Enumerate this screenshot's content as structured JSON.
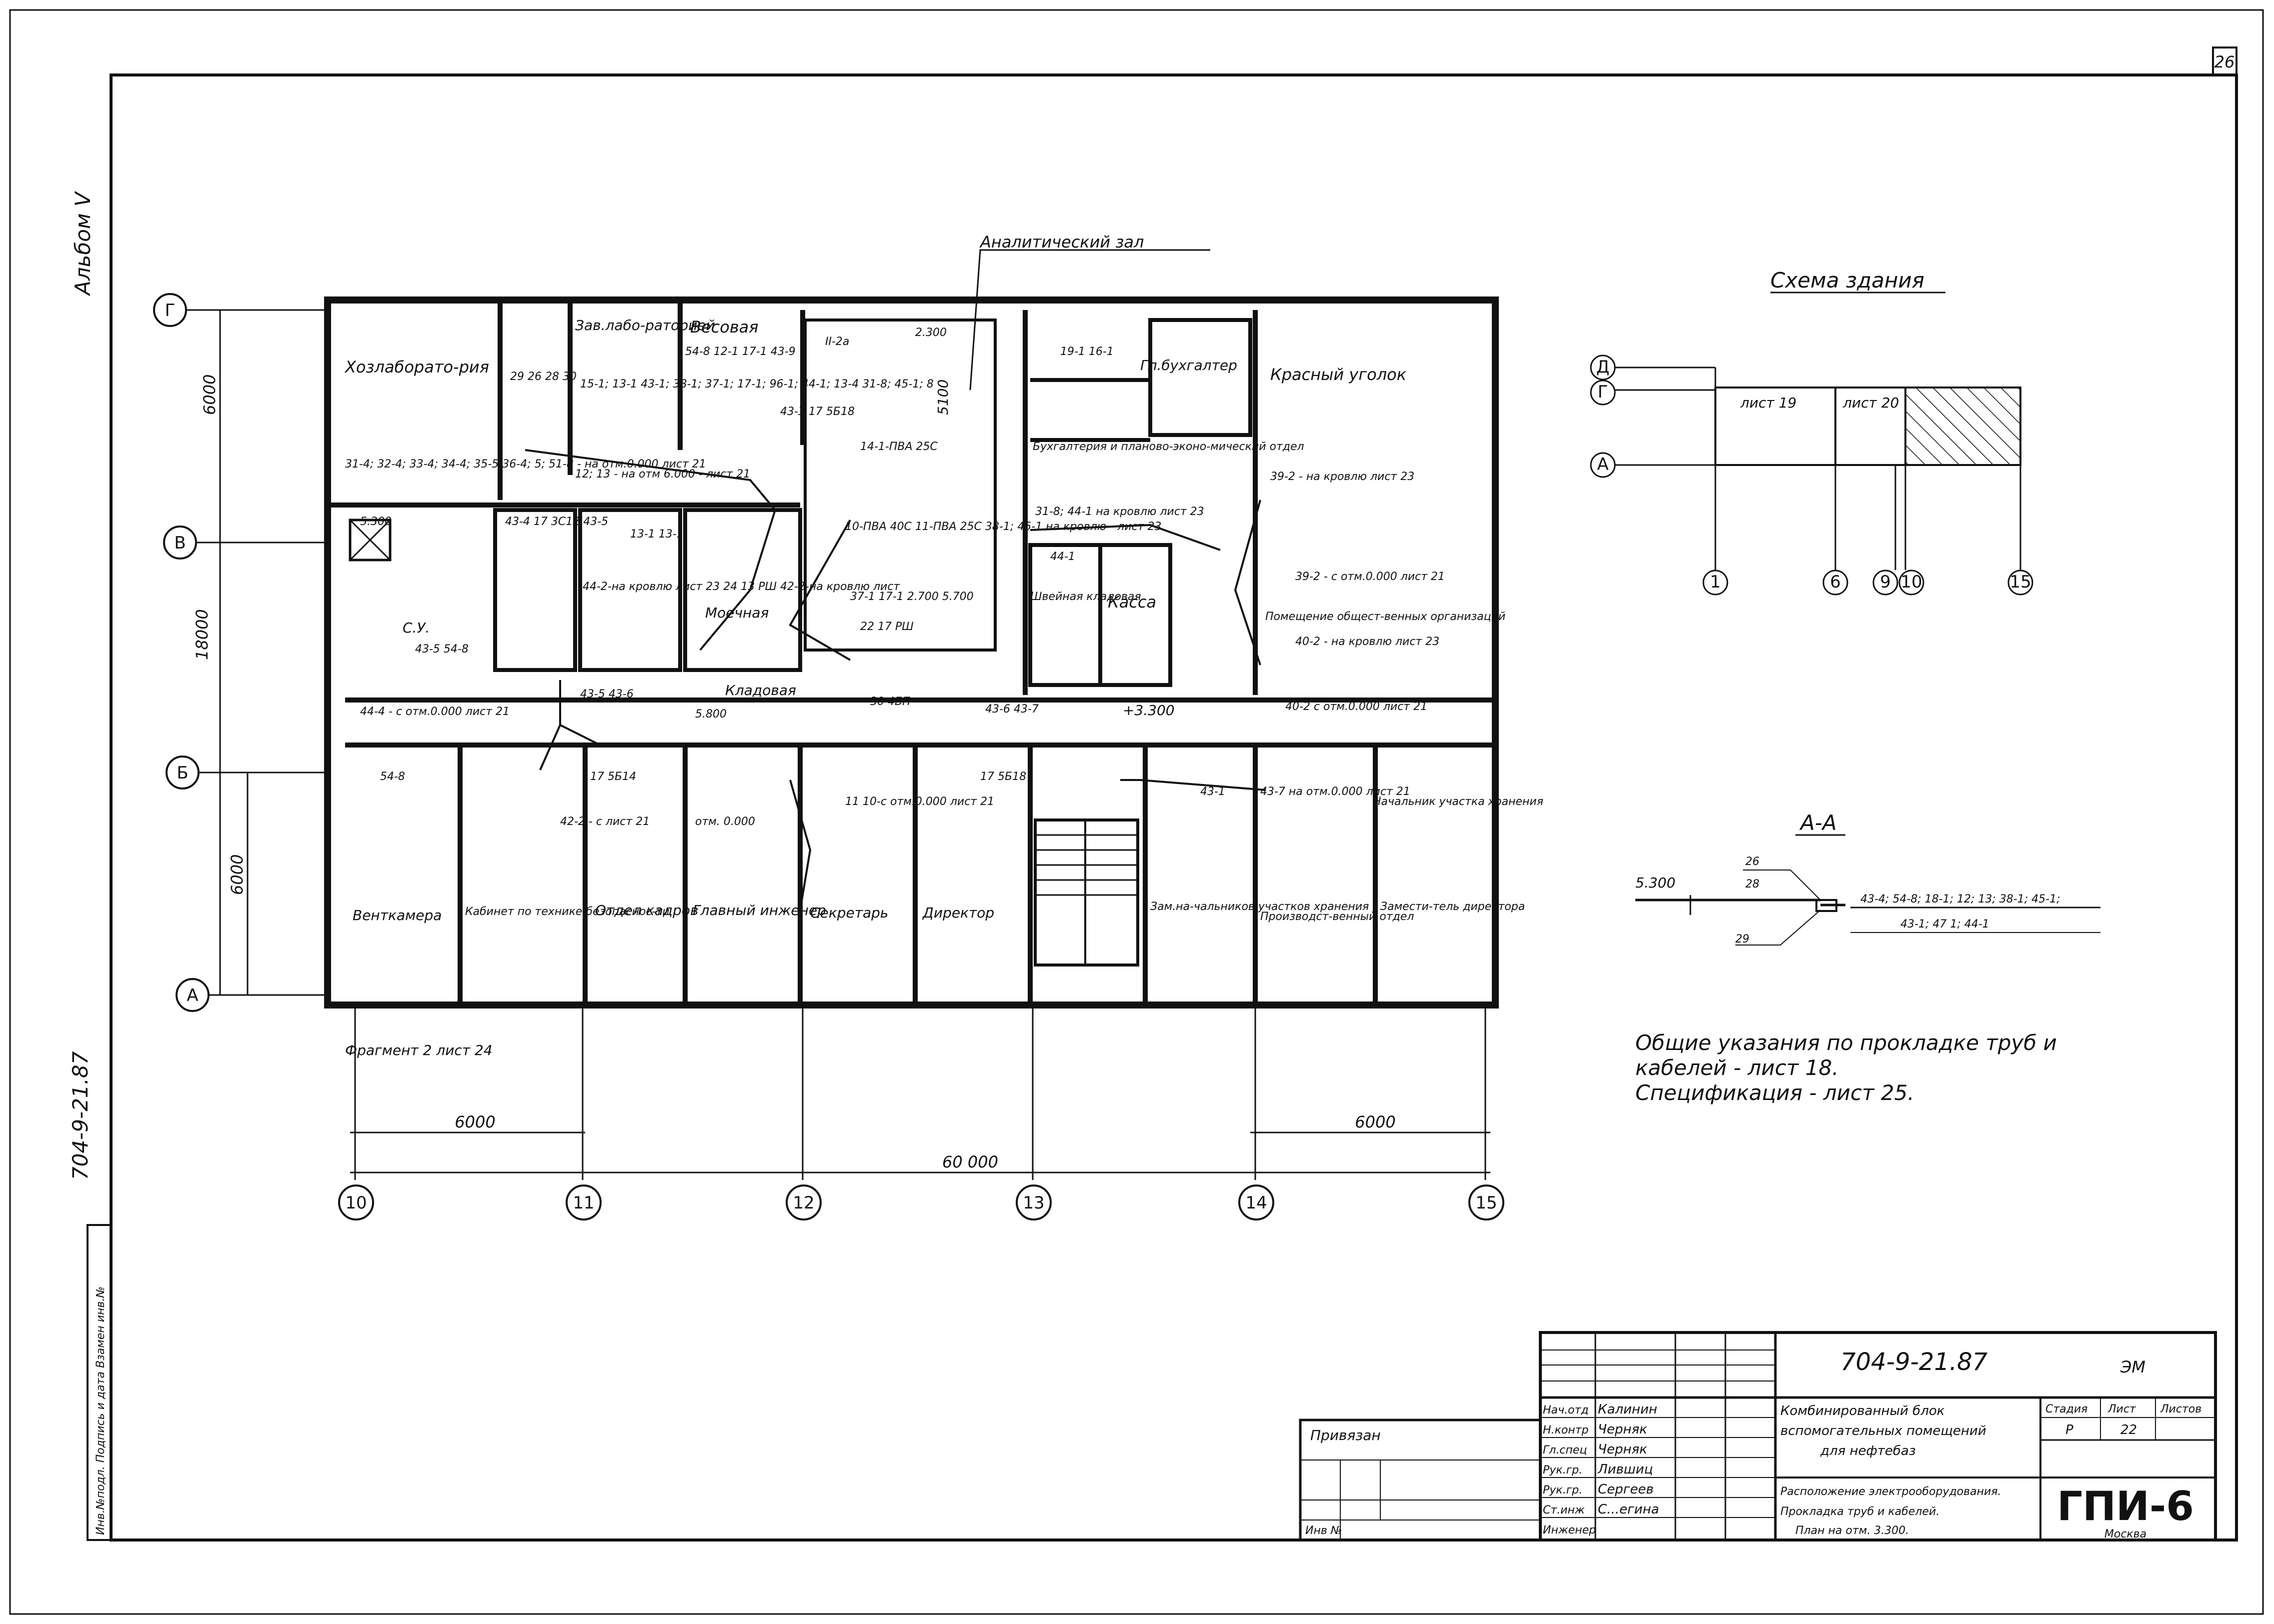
{
  "sheet_number": "26",
  "margin_labels": {
    "album": "Альбом V",
    "doc_code": "704-9-21.87",
    "inv_field": "Инв.№подл. Подпись и дата Взамен инв.№"
  },
  "plan": {
    "axes_rows": [
      "Г",
      "В",
      "Б",
      "А"
    ],
    "axes_cols": [
      "10",
      "11",
      "12",
      "13",
      "14",
      "15"
    ],
    "dim_row_1": "6000",
    "dim_row_2": "18000",
    "dim_row_3": "6000",
    "dim_bottom_left": "6000",
    "dim_bottom_total": "60 000",
    "dim_bottom_right": "6000",
    "dim_5100": "5100",
    "rooms": {
      "hozlab": "Хозлаборато-рия",
      "zavlab": "Зав.лабо-раторией",
      "vesovaya": "Весовая",
      "glbuh": "Гл.бухгалтер",
      "red_corner": "Красный уголок",
      "buhgalteria": "Бухгалтерия и планово-эконо-мический отдел",
      "shveinaya": "Швейная кладовая",
      "kassa": "Касса",
      "obshch": "Помещение общест-венных организаций",
      "moechnaya": "Моечная",
      "kladovaya": "Кладовая",
      "su": "С.У.",
      "ventkam": "Венткамера",
      "kab_tb": "Кабинет по технике безопаснос-ти",
      "otdel_kadrov": "Отдел кадров",
      "gl_ing": "Главный инженер",
      "sekretar": "Секретарь",
      "direktor": "Директор",
      "zam_nach": "Зам.на-чальников участков хранения",
      "proizv": "Производст-венный отдел",
      "zam_dir": "Замести-тель директора",
      "nach_uch": "Начальник участка хранения",
      "analytic_leader": "Аналитический зал"
    },
    "callouts": {
      "c1": "29 26 28 30",
      "c2": "15-1; 13-1 43-1; 38-1; 37-1; 17-1; 96-1; 44-1; 13-4 31-8; 45-1; 8",
      "c3": "54-8 12-1 17-1 43-9",
      "c4": "31-4; 32-4; 33-4; 34-4; 35-5 36-4; 5; 51-8 - на отм.0.000 лист 21",
      "c5": "12; 13 - на отм 6.000 - лист 21",
      "c6": "5.300",
      "c7": "43-4 17 3C12 43-5",
      "c8": "44-2-на кровлю лист 23 24 13 РШ 42-2-на кровлю лист",
      "c9": "13-1 13-1",
      "c10": "43-5 54-8",
      "c11": "44-4 - с отм.0.000 лист 21",
      "c12": "43-5 43-6",
      "c13": "5.800",
      "c14": "17 5Б14",
      "c15": "42-2 - с лист 21",
      "c16": "отм. 0.000",
      "c17": "54-8",
      "c18": "43-3 17 5Б18",
      "c19": "14-1-ПВА 25С",
      "c20": "10-ПВА 40С 11-ПВА 25С 38-1; 45-1 на кровлю - лист 23",
      "c21": "37-1 17-1 2.700 5.700",
      "c22": "22 17 РШ",
      "c23": "30 4БП",
      "c24": "11 10-с отм.0.000 лист 21",
      "c25": "17 5Б18",
      "c26": "43-6 43-7",
      "c27": "+3.300",
      "c28": "19-1 16-1",
      "c29": "31-8; 44-1 на кровлю лист 23",
      "c30": "44-1",
      "c31": "39-2 - на кровлю лист 23",
      "c32": "39-2 - с отм.0.000 лист 21",
      "c33": "40-2 - на кровлю лист 23",
      "c34": "40-2 с отм.0.000 лист 21",
      "c35": "43-1",
      "c36": "43-7 на отм.0.000 лист 21",
      "c37": "Фрагмент 2 лист 24",
      "c38": "II-2а",
      "c39": "2.300"
    }
  },
  "scheme": {
    "title": "Схема здания",
    "rows": [
      "Д",
      "Г",
      "А"
    ],
    "cols": [
      "1",
      "6",
      "9",
      "10",
      "15"
    ],
    "sheet_a": "лист 19",
    "sheet_b": "лист 20"
  },
  "section": {
    "title": "А-А",
    "level": "5.300",
    "n26": "26",
    "n28": "28",
    "n29": "29",
    "line1": "43-4; 54-8; 18-1; 12; 13; 38-1; 45-1;",
    "line2": "43-1; 47 1; 44-1"
  },
  "general_notes": {
    "line1": "Общие указания по прокладке труб и",
    "line2": "кабелей - лист 18.",
    "line3": "Спецификация - лист 25."
  },
  "title_block": {
    "code": "704-9-21.87",
    "mark": "ЭМ",
    "privyazan": "Привязан",
    "inv": "Инв №",
    "roles": [
      "Нач.отд",
      "Н.контр",
      "Гл.спец",
      "Рук.гр.",
      "Рук.гр.",
      "Ст.инж",
      "Инженер"
    ],
    "names": [
      "Калинин",
      "Черняк",
      "Черняк",
      "Лившиц",
      "Сергеев",
      "С...егина",
      ""
    ],
    "project": [
      "Комбинированный блок",
      "вспомогательных помещений",
      "для нефтебаз"
    ],
    "sheet_title": [
      "Расположение электрооборудования.",
      "Прокладка труб и кабелей.",
      "План на отм. 3.300."
    ],
    "stage_label": "Стадия",
    "sheet_label": "Лист",
    "sheets_label": "Листов",
    "stage": "Р",
    "sheet": "22",
    "org": "ГПИ-6",
    "city": "Москва"
  }
}
